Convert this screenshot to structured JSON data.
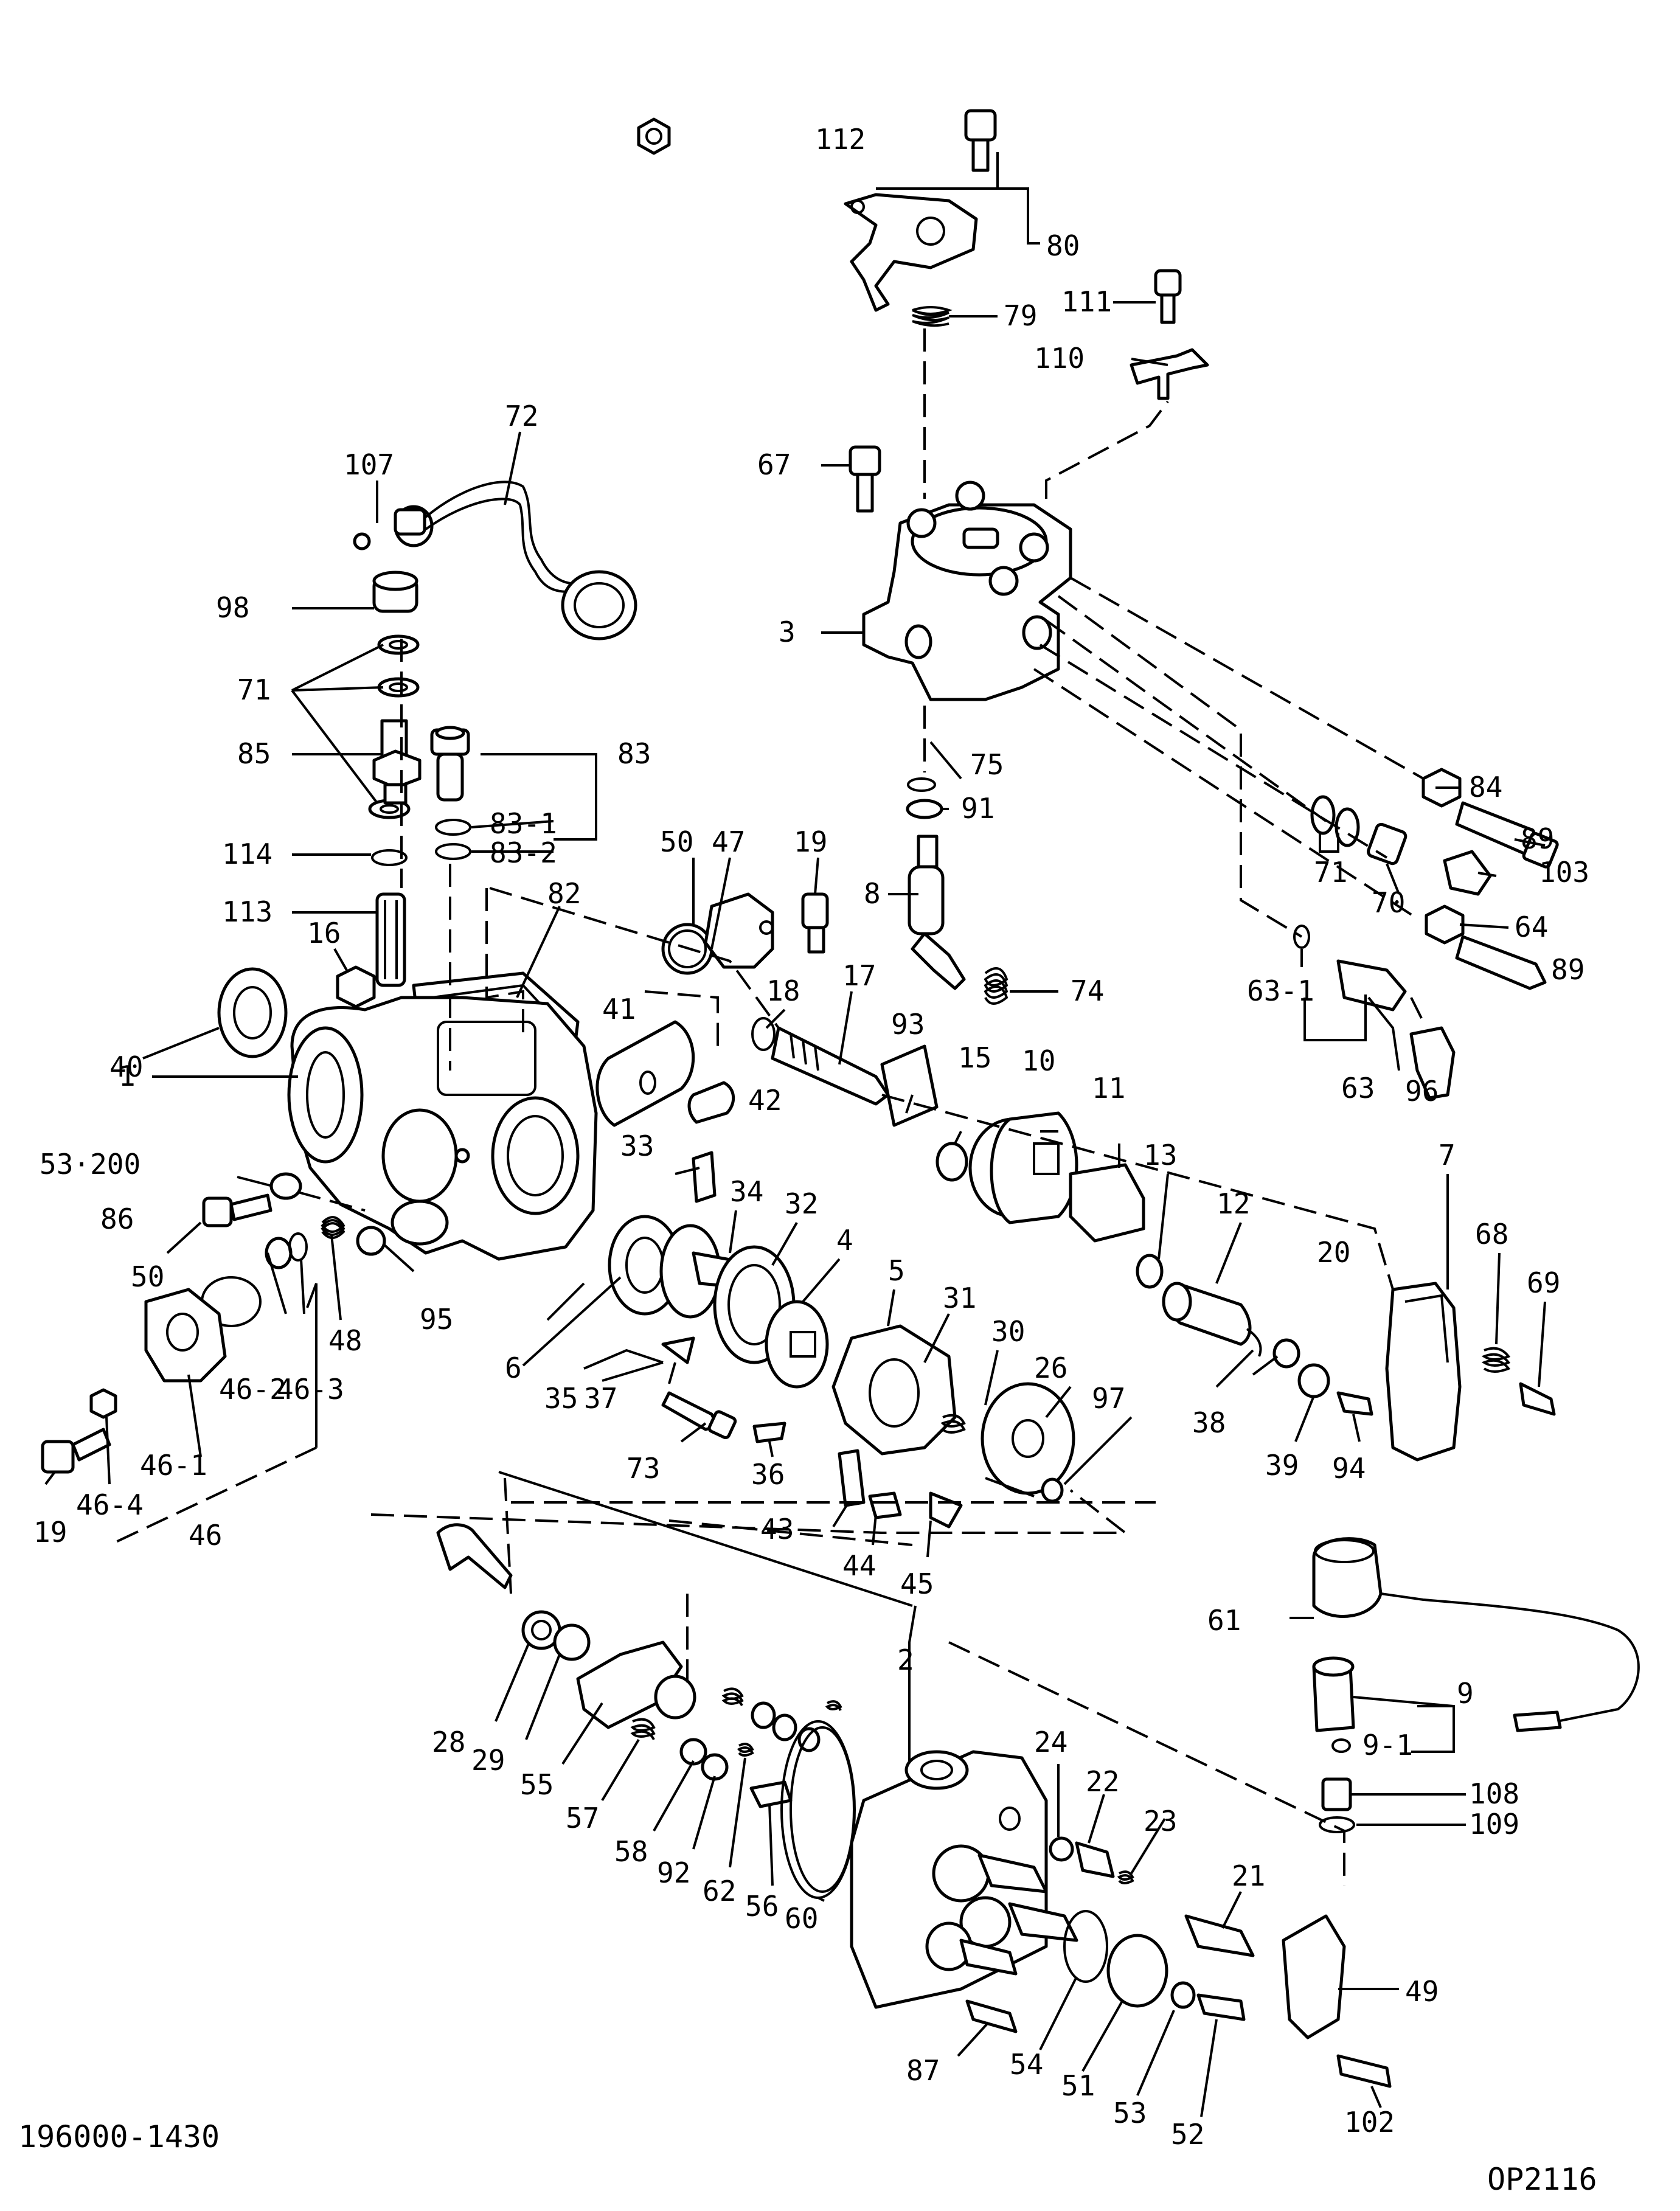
{
  "figure": {
    "part_number": "196000-1430",
    "drawing_code": "OP2116"
  },
  "callouts": [
    "112",
    "80",
    "79",
    "111",
    "110",
    "72",
    "107",
    "67",
    "98",
    "3",
    "71",
    "85",
    "83",
    "83-1",
    "83-2",
    "75",
    "91",
    "84",
    "89",
    "50",
    "47",
    "19",
    "114",
    "113",
    "82",
    "8",
    "103",
    "71",
    "70",
    "16",
    "64",
    "89",
    "18",
    "17",
    "74",
    "63-1",
    "40",
    "41",
    "93",
    "15",
    "10",
    "11",
    "42",
    "63",
    "96",
    "1",
    "53·200",
    "33",
    "34",
    "13",
    "12",
    "7",
    "86",
    "32",
    "4",
    "5",
    "20",
    "68",
    "69",
    "50",
    "48",
    "95",
    "6",
    "31",
    "30",
    "26",
    "97",
    "46-2",
    "46-3",
    "35",
    "37",
    "73",
    "38",
    "39",
    "94",
    "46-1",
    "36",
    "43",
    "19",
    "46-4",
    "44",
    "46",
    "45",
    "61",
    "2",
    "28",
    "29",
    "55",
    "24",
    "22",
    "9",
    "9-1",
    "23",
    "57",
    "58",
    "92",
    "62",
    "56",
    "60",
    "108",
    "109",
    "21",
    "49",
    "87",
    "54",
    "51",
    "53",
    "52",
    "102"
  ]
}
